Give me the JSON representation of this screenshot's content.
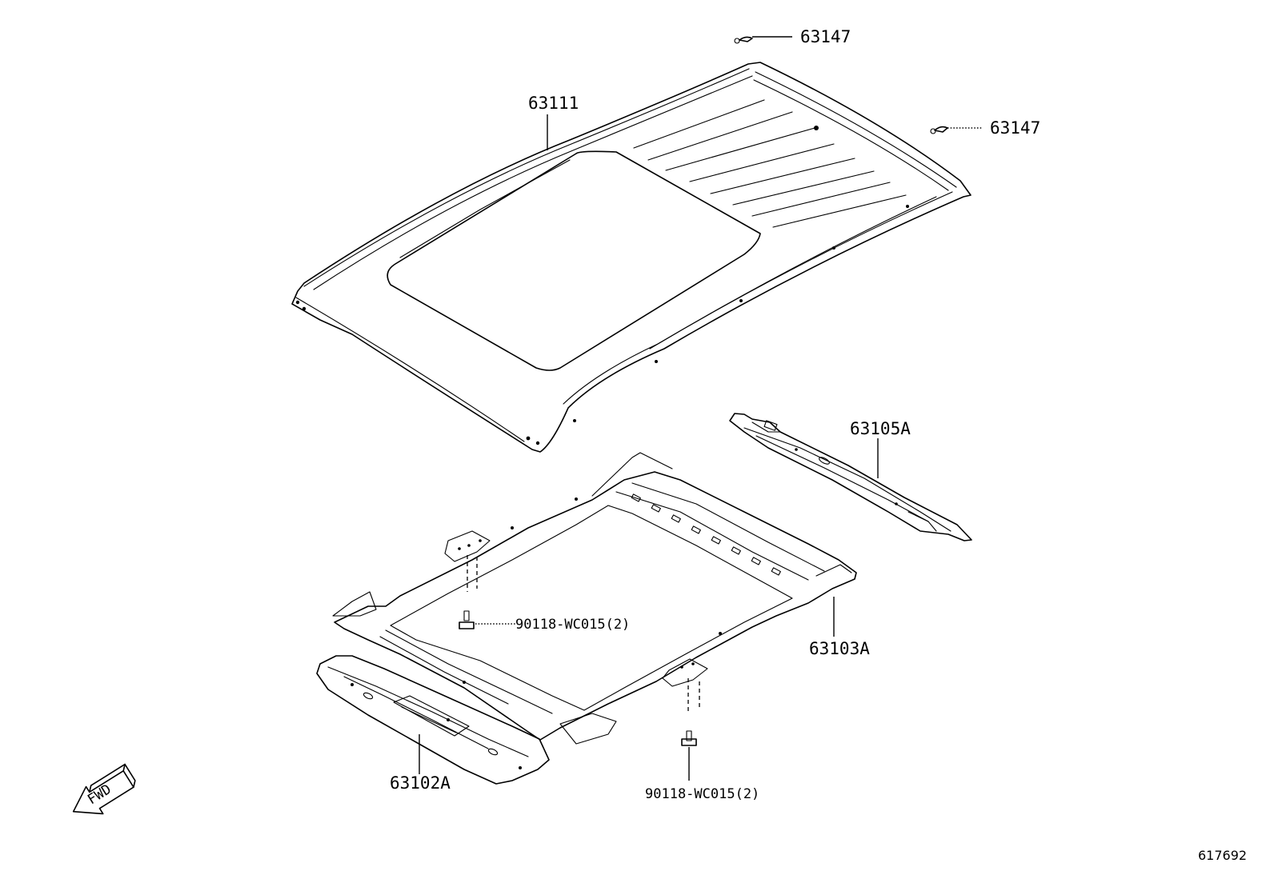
{
  "diagram_id": "617692",
  "fwd_label": "FWD",
  "labels": {
    "clip_a": "63147",
    "clip_b": "63147",
    "roof_panel": "63111",
    "rear_header": "63105A",
    "sunroof_reinforcement": "63103A",
    "front_header": "63102A",
    "bolt_a": "90118-WC015(2)",
    "bolt_b": "90118-WC015(2)"
  }
}
